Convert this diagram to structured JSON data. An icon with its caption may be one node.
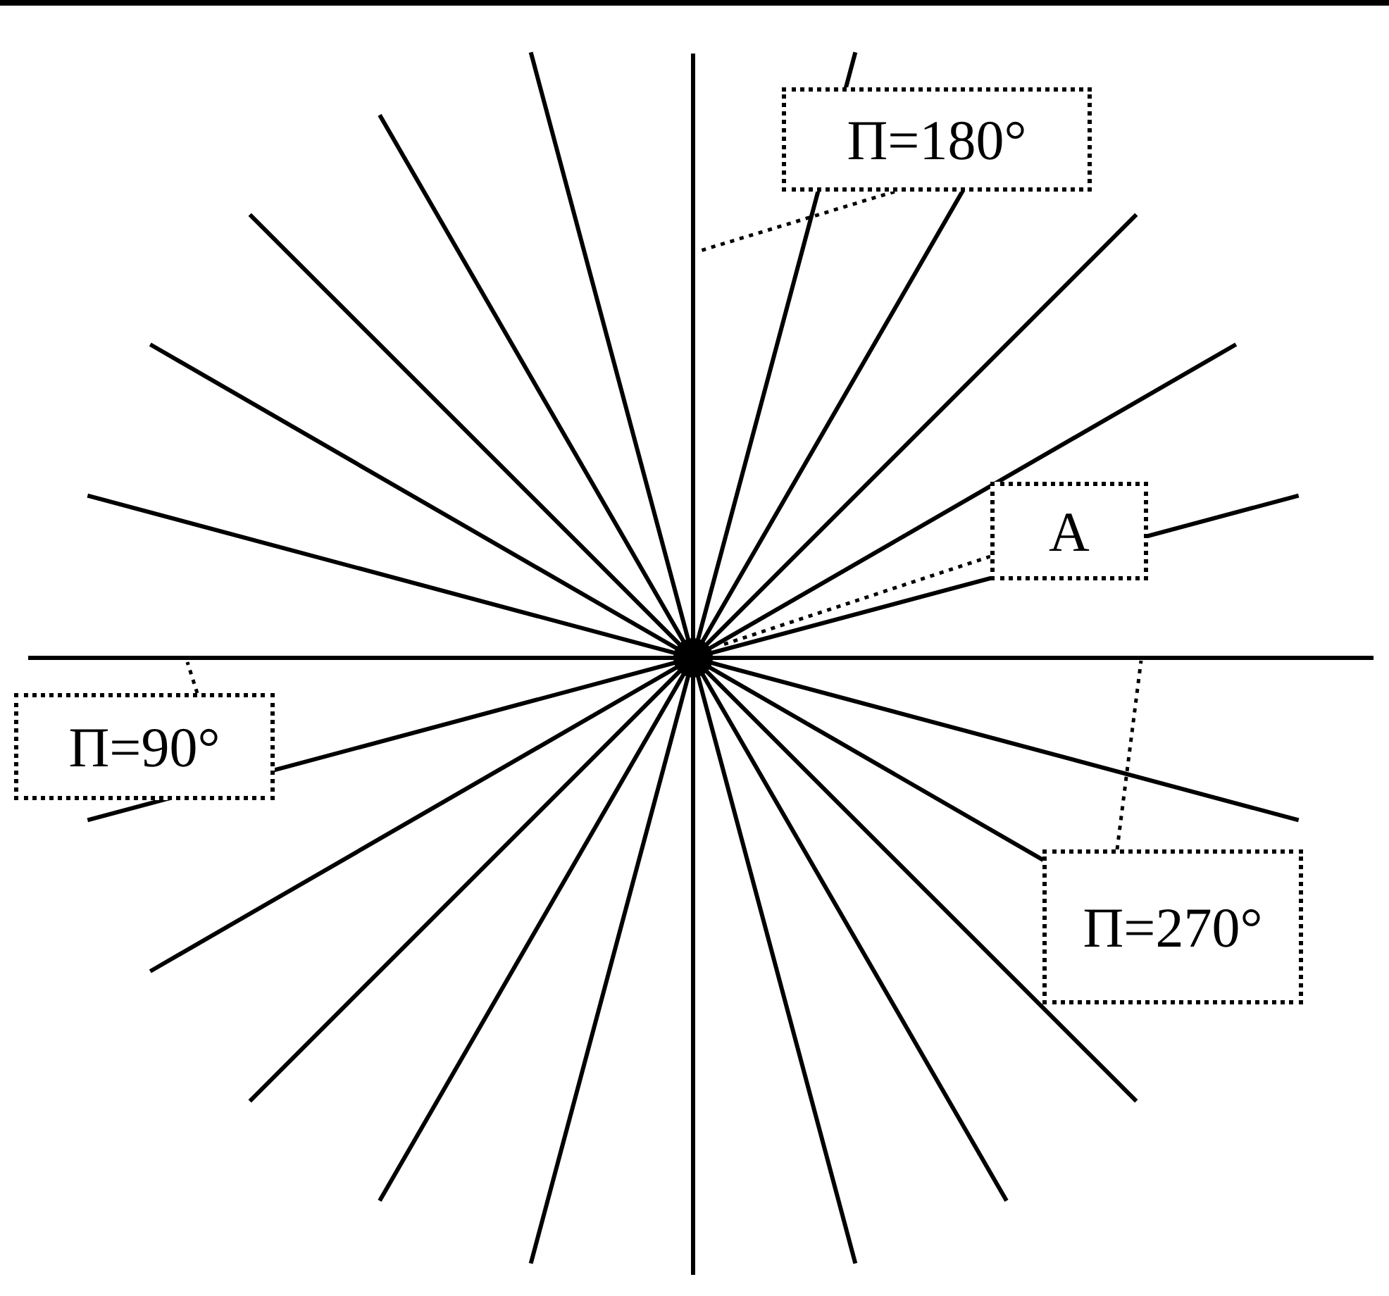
{
  "diagram": {
    "nodes": [
      {
        "text": [
          "П=180°"
        ]
      },
      {
        "text": [
          "A"
        ]
      },
      {
        "text": [
          "П=90°"
        ]
      },
      {
        "text": [
          "П=270°"
        ]
      }
    ],
    "edges": [
      {
        "from": 0,
        "to": null,
        "arrow": "none",
        "style": "dashed"
      },
      {
        "from": 1,
        "to": null,
        "arrow": "none",
        "style": "dashed"
      },
      {
        "from": 2,
        "to": null,
        "arrow": "none",
        "style": "dashed"
      },
      {
        "from": 3,
        "to": null,
        "arrow": "none",
        "style": "dashed"
      }
    ]
  }
}
